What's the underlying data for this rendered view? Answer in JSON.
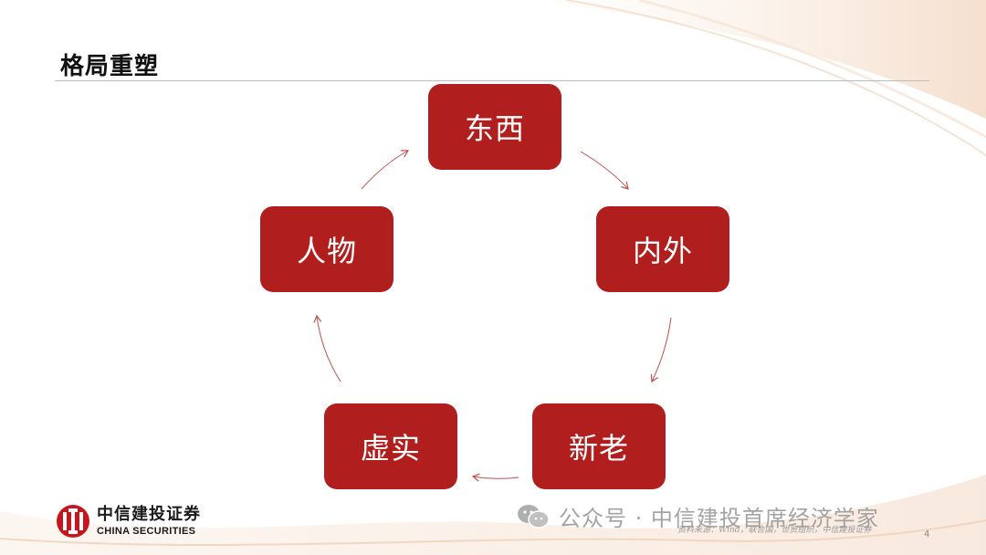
{
  "slide": {
    "title": "格局重塑",
    "page_number": "4",
    "source_note": "资料来源：Wind，联合国，世贸组织，中信建投证券"
  },
  "nodes": {
    "top": "东西",
    "right": "内外",
    "bottom_right": "新老",
    "bottom_left": "虚实",
    "left": "人物"
  },
  "logo": {
    "cn": "中信建投证券",
    "en": "CHINA SECURITIES"
  },
  "watermark": {
    "text": "公众号 · 中信建投首席经济学家"
  },
  "colors": {
    "node_fill": "#b01e1e",
    "arrow": "#c0504d",
    "accent_swoosh": "#f6e3d2"
  }
}
